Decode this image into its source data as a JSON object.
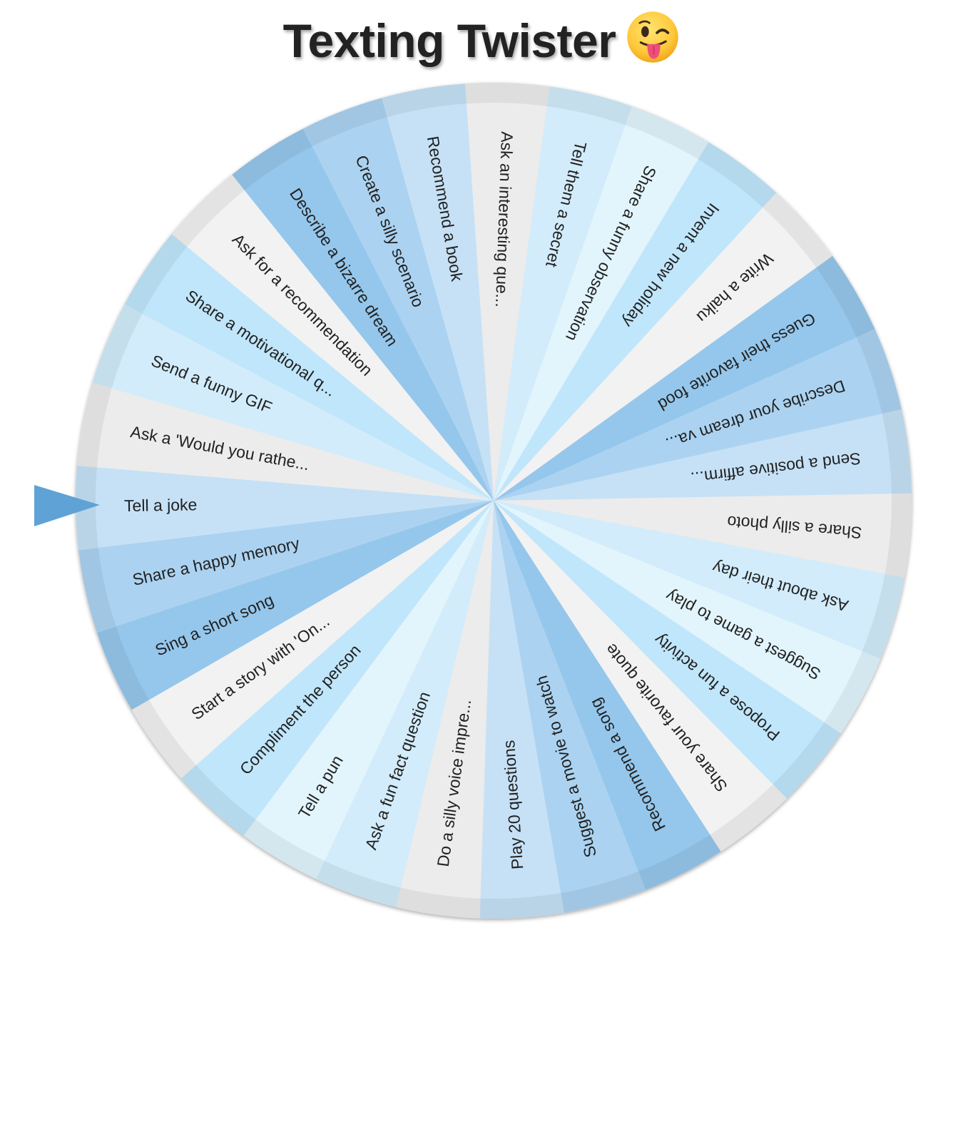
{
  "header": {
    "title": "Texting Twister",
    "emoji": "winking-face-with-tongue"
  },
  "wheel": {
    "selected_index": 0,
    "palette": [
      "#bcdcf4",
      "#a9d2f0",
      "#8fc3ea",
      "#ececec",
      "#e0f4fd",
      "#d2ecfb",
      "#c0e6fb"
    ],
    "segments": [
      {
        "label": "Tell a joke",
        "color": "#c6e1f6"
      },
      {
        "label": "Ask a 'Would you rathe...",
        "color": "#ececec"
      },
      {
        "label": "Send a funny GIF",
        "color": "#d2ecfb"
      },
      {
        "label": "Share a motivational q...",
        "color": "#c0e6fb"
      },
      {
        "label": "Ask for a recommendation",
        "color": "#f2f2f2"
      },
      {
        "label": "Describe a bizarre dream",
        "color": "#95c7ec"
      },
      {
        "label": "Create a silly scenario",
        "color": "#abd3f1"
      },
      {
        "label": "Recommend a book",
        "color": "#c6e1f6"
      },
      {
        "label": "Ask an interesting que...",
        "color": "#ececec"
      },
      {
        "label": "Tell them a secret",
        "color": "#d2ecfb"
      },
      {
        "label": "Share a funny observation",
        "color": "#e2f5fd"
      },
      {
        "label": "Invent a new holiday",
        "color": "#c0e6fb"
      },
      {
        "label": "Write a haiku",
        "color": "#f2f2f2"
      },
      {
        "label": "Guess their favorite food",
        "color": "#95c7ec"
      },
      {
        "label": "Describe your dream va...",
        "color": "#abd3f1"
      },
      {
        "label": "Send a positive affirm...",
        "color": "#c6e1f6"
      },
      {
        "label": "Share a silly photo",
        "color": "#ececec"
      },
      {
        "label": "Ask about their day",
        "color": "#d2ecfb"
      },
      {
        "label": "Suggest a game to play",
        "color": "#e2f5fd"
      },
      {
        "label": "Propose a fun activity",
        "color": "#c0e6fb"
      },
      {
        "label": "Share your favorite quote",
        "color": "#f2f2f2"
      },
      {
        "label": "Recommend a song",
        "color": "#95c7ec"
      },
      {
        "label": "Suggest a movie to watch",
        "color": "#abd3f1"
      },
      {
        "label": "Play 20 questions",
        "color": "#c6e1f6"
      },
      {
        "label": "Do a silly voice impre...",
        "color": "#ececec"
      },
      {
        "label": "Ask a fun fact question",
        "color": "#d2ecfb"
      },
      {
        "label": "Tell a pun",
        "color": "#e2f5fd"
      },
      {
        "label": "Compliment the person",
        "color": "#c0e6fb"
      },
      {
        "label": "Start a story with 'On...",
        "color": "#f2f2f2"
      },
      {
        "label": "Sing a short song",
        "color": "#95c7ec"
      },
      {
        "label": "Share a happy memory",
        "color": "#abd3f1"
      }
    ]
  },
  "pointer": {
    "color": "#5fa3d6"
  }
}
